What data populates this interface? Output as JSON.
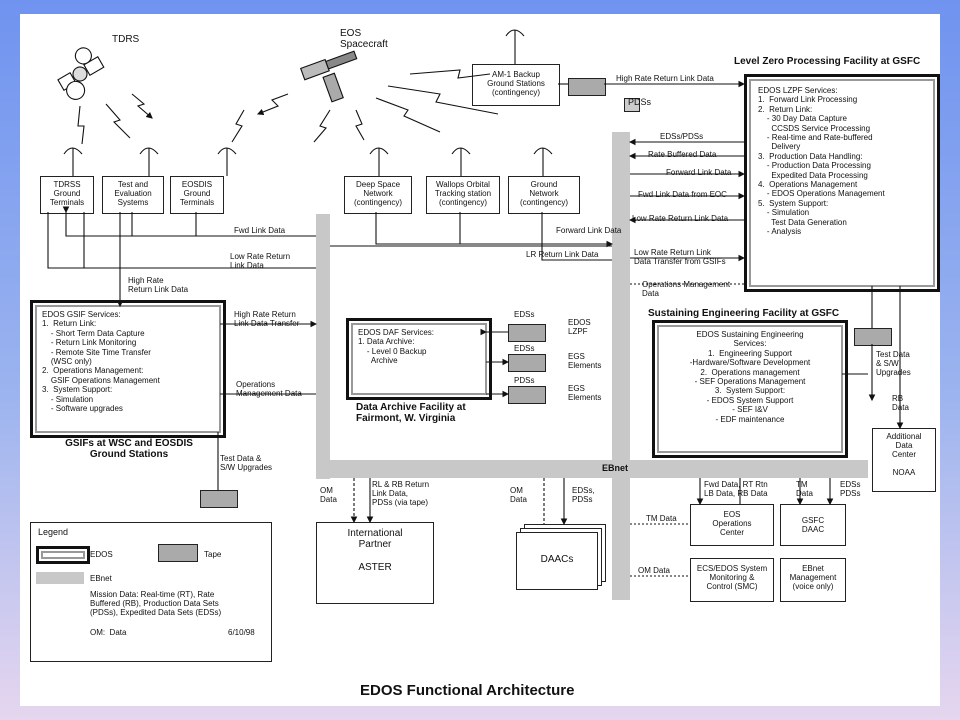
{
  "title": "EDOS Functional Architecture",
  "date": "6/10/98",
  "nodes": {
    "tdrs": "TDRS",
    "eos": "EOS\nSpacecraft",
    "aml": "AM-1 Backup\nGround Stations\n(contingency)",
    "tdrss": "TDRSS\nGround\nTerminals",
    "test": "Test and\nEvaluation\nSystems",
    "eosdis": "EOSDIS\nGround\nTerminals",
    "dsn": "Deep Space\nNetwork\n(contingency)",
    "wallops": "Wallops Orbital\nTracking station\n(contingency)",
    "gn": "Ground\nNetwork\n(contingency)",
    "pds": "PDSs",
    "edos_lzpf": "EDOS\nLZPF",
    "egs1": "EGS\nElements",
    "egs2": "EGS\nElements",
    "partner": "International\nPartner",
    "aster": "ASTER",
    "daacs": "DAACs",
    "eoc": "EOS\nOperations\nCenter",
    "gsfc_daac": "GSFC\nDAAC",
    "esmc": "EBnet\nManagement\n(voice only)",
    "smc": "ECS/EDOS System\nMonitoring &\nControl (SMC)",
    "noaa": "Additional\nData\nCenter\n\nNOAA"
  },
  "facilities": {
    "lzpf": {
      "title": "Level Zero Processing Facility at GSFC",
      "list": "EDOS LZPF Services:\n1.  Forward Link Processing\n2.  Return Link:\n    - 30 Day Data Capture\n      CCSDS Service Processing\n    - Real-time and Rate-buffered\n      Delivery\n3.  Production Data Handling:\n    - Production Data Processing\n      Expedited Data Processing\n4.  Operations Management\n    - EDOS Operations Management\n5.  System Support:\n    - Simulation\n      Test Data Generation\n    - Analysis"
    },
    "sef": {
      "title": "Sustaining Engineering Facility at GSFC",
      "list": "EDOS Sustaining Engineering\nServices:\n1.  Engineering Support\n-Hardware/Software Development\n2.  Operations management\n- SEF Operations Management\n3.  System Support:\n- EDOS System Support\n- SEF I&V\n- EDF maintenance"
    },
    "gsif": {
      "title": "GSIFs at WSC and EOSDIS\nGround Stations",
      "list": "EDOS GSIF Services:\n1.  Return Link:\n    - Short Term Data Capture\n    - Return Link Monitoring\n    - Remote Site Time Transfer\n    (WSC only)\n2.  Operations Management:\n    GSIF Operations Management\n3.  System Support:\n    - Simulation\n    - Software upgrades"
    },
    "daf": {
      "title": "Data Archive Facility at\nFairmont, W. Virginia",
      "list": "EDOS DAF Services:\n1. Data Archive:\n    - Level 0 Backup\n      Archive"
    }
  },
  "flows": {
    "hr_return": "High Rate Return Link Data",
    "edsi": "EDSs/PDSs",
    "rb": "Rate Buffered Data",
    "fwd1": "Forward Link Data",
    "fwd_eoc": "Fwd Link Data from EOC",
    "lr_return": "Low Rate Return Link Data",
    "fwd2": "Forward Link Data",
    "lr2": "LR Return Link Data",
    "lr3": "Low Rate Return Link\nData Transfer from GSIFs",
    "ops": "Operations Management\nData",
    "fwd3": "Fwd Link Data",
    "lr4": "Low Rate Return\nLink Data",
    "hr2": "High Rate\nReturn Link Data",
    "hr3": "High Rate Return\nLink Data Transfer",
    "ops2": "Operations\nManagement Data",
    "tdsw": "Test Data &\nS/W Upgrades",
    "tdsw2": "Test Data\n& S/W\nUpgrades",
    "rb2": "RB\nData",
    "eds1": "EDSs",
    "eds2": "EDSs",
    "pds2": "PDSs",
    "rl": "RL & RB Return\nLink Data,\nPDSs (via tape)",
    "om1": "OM\nData",
    "om2": "OM\nData",
    "edsp": "EDSs,\nPDSs",
    "fwdrt": "Fwd Data, RT Rtn\nLB Data, RB Data",
    "tmd": "TM\nData",
    "edspd": "EDSs\nPDSs",
    "tm2": "TM Data",
    "omd": "OM Data"
  },
  "ebnet": "EBnet",
  "legend": {
    "title": "Legend",
    "edos": "EDOS",
    "tape": "Tape",
    "ebnet": "EBnet",
    "note": "Mission Data: Real-time (RT), Rate\nBuffered (RB), Production Data Sets\n(PDSs), Expedited Data Sets (EDSs)",
    "om": "OM:  Data"
  }
}
